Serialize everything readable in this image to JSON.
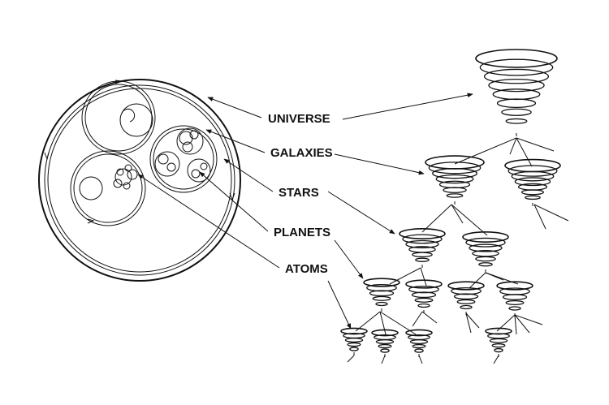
{
  "diagram": {
    "labels": {
      "universe": "UNIVERSE",
      "galaxies": "GALAXIES",
      "stars": "STARS",
      "planets": "PLANETS",
      "atoms": "ATOMS"
    },
    "ink_color": "#111111",
    "background_color": "#ffffff"
  }
}
